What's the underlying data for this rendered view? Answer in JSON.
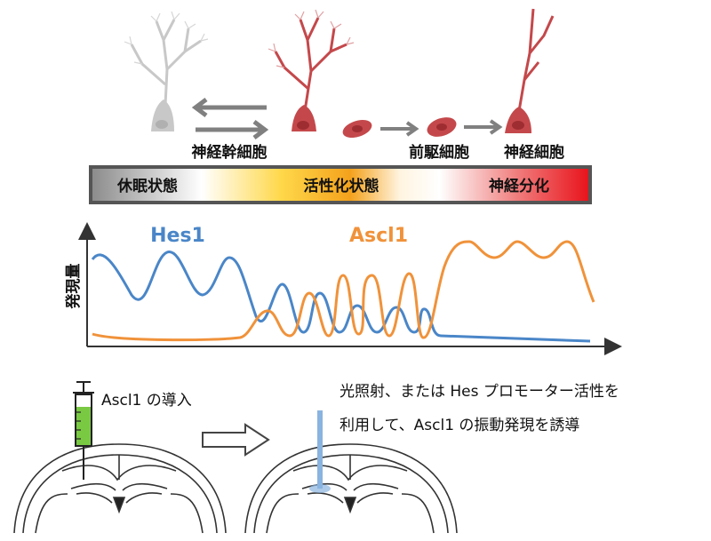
{
  "cells": {
    "stem_label": "神経幹細胞",
    "progenitor_label": "前駆細胞",
    "neuron_label": "神経細胞"
  },
  "states_bar": {
    "quiescent": "休眠状態",
    "active": "活性化状態",
    "differentiation": "神経分化"
  },
  "graph": {
    "ylabel": "発現量",
    "hes1_label": "Hes1",
    "ascl1_label": "Ascl1"
  },
  "colors": {
    "hes1": "#4a86c8",
    "ascl1": "#f0923a",
    "stem_cell": "#c8c8c8",
    "active_cell": "#c4484b",
    "arrow": "#808080",
    "syringe_fluid": "#7ac943",
    "light_beam": "#8ab4e0"
  },
  "experiment": {
    "injection_label": "Ascl1 の導入",
    "method_line1": "光照射、または Hes プロモーター活性を",
    "method_line2": "利用して、Ascl1 の振動発現を誘導"
  }
}
